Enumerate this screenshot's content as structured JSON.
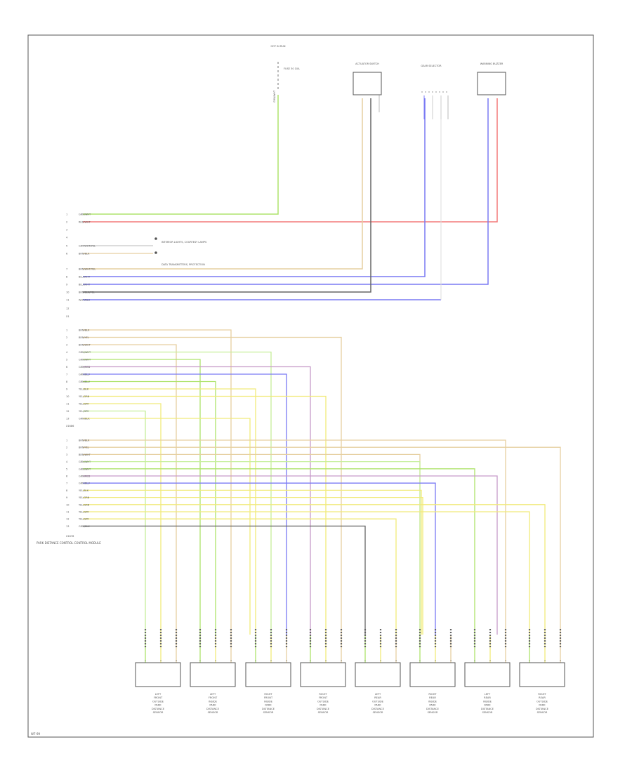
{
  "diagram": {
    "footer_code": "W7-99",
    "control_unit_label": "PARK DISTANCE CONTROL CONTROL MODULE",
    "top_components": [
      {
        "key": "hot",
        "label": "HOT IN RUN",
        "sub": "FUSE 30 10A",
        "wire": "GRN/WHT"
      },
      {
        "key": "act",
        "label": "ACTUATOR SWITCH",
        "wires": [
          "BRN/BLK",
          "BRN/WHT/BLK",
          "BRN/WHT"
        ]
      },
      {
        "key": "gear",
        "label": "GEAR SELECTOR",
        "wires": [
          "BLU/WHT",
          "WHT/BLU",
          "WHT/BLK"
        ]
      },
      {
        "key": "warn",
        "label": "WARNING BUZZER",
        "wires": [
          "BLU/WHT",
          "RED/WHT"
        ]
      }
    ],
    "connector1": {
      "name": "X1",
      "pins": [
        {
          "no": "1",
          "label": "GRN/WHT"
        },
        {
          "no": "2",
          "label": "RED/WHT"
        },
        {
          "no": "3",
          "label": ""
        },
        {
          "no": "4",
          "label": ""
        },
        {
          "no": "5",
          "label": "GRY/WHT/YEL"
        },
        {
          "no": "6",
          "label": "BRN/BLK"
        },
        {
          "no": "7",
          "label": "BRN/WHT/YEL"
        },
        {
          "no": "8",
          "label": "BLU/WHT"
        },
        {
          "no": "9",
          "label": "BLU/WHT"
        },
        {
          "no": "10",
          "label": "BRN/BLK/YEL"
        },
        {
          "no": "11",
          "label": "WHT/BLU"
        },
        {
          "no": "12",
          "label": ""
        }
      ],
      "notes": [
        "INTERIOR LIGHTS, COURTESY LAMPS",
        "DATA TRANSMITTERS, PROTECTION"
      ]
    },
    "connector2": {
      "name": "X1686",
      "pins": [
        {
          "no": "1",
          "label": "BRN/BLK"
        },
        {
          "no": "2",
          "label": "BRN/YEL"
        },
        {
          "no": "3",
          "label": "BRN/WHT"
        },
        {
          "no": "4",
          "label": "GRN/WHT"
        },
        {
          "no": "5",
          "label": "GRN/WHT"
        },
        {
          "no": "6",
          "label": "GRN/RED"
        },
        {
          "no": "7",
          "label": "GRN/BLU"
        },
        {
          "no": "8",
          "label": "GRN/BLU"
        },
        {
          "no": "9",
          "label": "YEL/BLK"
        },
        {
          "no": "10",
          "label": "YEL/GRN"
        },
        {
          "no": "11",
          "label": "YEL/GRY"
        },
        {
          "no": "12",
          "label": "YEL/GRY"
        },
        {
          "no": "13",
          "label": "GRN/BLK"
        }
      ]
    },
    "connector3": {
      "name": "X1678",
      "pins": [
        {
          "no": "1",
          "label": "BRN/BLK"
        },
        {
          "no": "2",
          "label": "BRN/YEL"
        },
        {
          "no": "3",
          "label": "BRN/WHT"
        },
        {
          "no": "4",
          "label": "GRN/WHT"
        },
        {
          "no": "5",
          "label": "GRN/WHT"
        },
        {
          "no": "6",
          "label": "GRN/RED"
        },
        {
          "no": "7",
          "label": "GRN/BLU"
        },
        {
          "no": "8",
          "label": "YEL/BLK"
        },
        {
          "no": "9",
          "label": "YEL/GRN"
        },
        {
          "no": "10",
          "label": "YEL/GRN"
        },
        {
          "no": "11",
          "label": "YEL/GRY"
        },
        {
          "no": "12",
          "label": "YEL/GRY"
        },
        {
          "no": "13",
          "label": "GRN/BLK"
        }
      ]
    },
    "sensors": [
      {
        "label": "LEFT FRONT OUTSIDE PARK DISTANCE SENSOR"
      },
      {
        "label": "LEFT FRONT INSIDE PARK DISTANCE SENSOR"
      },
      {
        "label": "RIGHT FRONT INSIDE PARK DISTANCE SENSOR"
      },
      {
        "label": "RIGHT FRONT OUTSIDE PARK DISTANCE SENSOR"
      },
      {
        "label": "LEFT REAR OUTSIDE PARK DISTANCE SENSOR"
      },
      {
        "label": "RIGHT REAR INSIDE PARK DISTANCE SENSOR"
      },
      {
        "label": "LEFT REAR INSIDE PARK DISTANCE SENSOR"
      },
      {
        "label": "RIGHT REAR OUTSIDE PARK DISTANCE SENSOR"
      }
    ],
    "sensor_pin_labels": [
      "1",
      "2",
      "3"
    ],
    "wire_colors": {
      "green": "#aee36b",
      "red": "#f47a7a",
      "blue": "#7a7af4",
      "tan": "#e6cfa0",
      "gray": "#b8b8b8",
      "darkgray": "#666666",
      "yellow": "#f1ea7a",
      "lightgreen": "#c5ef9a",
      "purple": "#c79ac9",
      "frame": "#555555"
    }
  }
}
